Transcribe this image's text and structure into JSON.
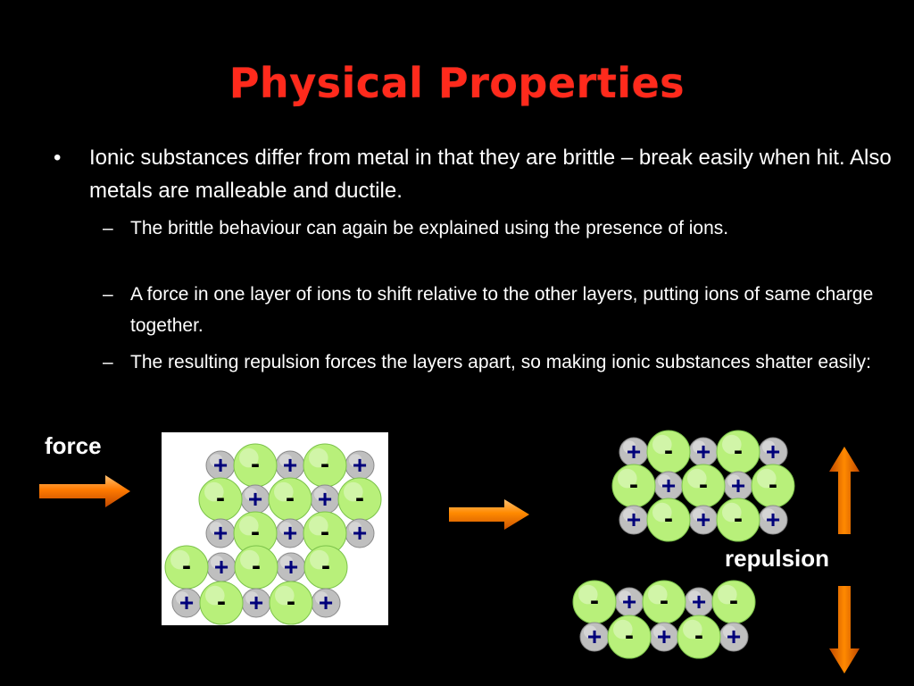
{
  "slide": {
    "title": "Physical Properties",
    "bullet_marker": "•",
    "sub_marker": "–",
    "bullet": "Ionic substances differ from metal in that they are brittle – break easily when hit. Also metals are malleable and ductile.",
    "sub_bullets": [
      "The brittle behaviour can again be explained using the presence of ions.",
      "A force in one layer of ions to shift relative to the other layers, putting ions of same charge together.",
      "The resulting repulsion forces the layers apart, so making ionic substances shatter easily:"
    ]
  },
  "diagram": {
    "force_label": "force",
    "repulsion_label": "repulsion",
    "positive_symbol": "+",
    "negative_symbol": "-",
    "colors": {
      "positive_ion_fill": "#bfbfbf",
      "positive_ion_text": "#00007a",
      "negative_ion_fill": "#b8f07a",
      "negative_ion_text": "#000000",
      "arrow_orange": "#ff7a00"
    }
  }
}
